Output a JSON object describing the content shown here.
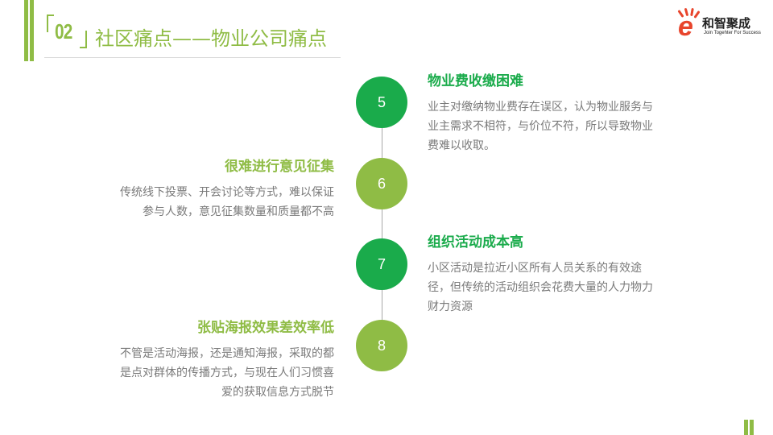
{
  "header": {
    "section_number": "02",
    "title": "社区痛点——物业公司痛点"
  },
  "logo": {
    "letter": "e",
    "name_cn": "和智聚成",
    "tagline_en": "Join Togehter For Success"
  },
  "timeline": [
    {
      "number": "5",
      "side": "right",
      "title": "物业费收缴困难",
      "description": "业主对缴纳物业费存在误区，认为物业服务与业主需求不相符，与价位不符，所以导致物业费难以收取。"
    },
    {
      "number": "6",
      "side": "left",
      "title": "很难进行意见征集",
      "description": "传统线下投票、开会讨论等方式，难以保证参与人数，意见征集数量和质量都不高"
    },
    {
      "number": "7",
      "side": "right",
      "title": "组织活动成本高",
      "description": "小区活动是拉近小区所有人员关系的有效途径，但传统的活动组织会花费大量的人力物力财力资源"
    },
    {
      "number": "8",
      "side": "left",
      "title": "张贴海报效果差效率低",
      "description": "不管是活动海报，还是通知海报，采取的都是点对群体的传播方式，与现在人们习惯喜爱的获取信息方式脱节"
    }
  ],
  "colors": {
    "dark_green": "#1aab4b",
    "light_green": "#8fbc45",
    "body_text": "#7a7a7a",
    "logo_red": "#e8452c"
  }
}
